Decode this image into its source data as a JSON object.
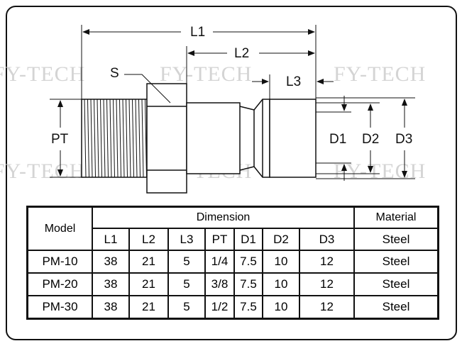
{
  "watermark": "FY-TECH",
  "labels": {
    "L1": "L1",
    "L2": "L2",
    "L3": "L3",
    "S": "S",
    "PT": "PT",
    "D1": "D1",
    "D2": "D2",
    "D3": "D3"
  },
  "table": {
    "model_header": "Model",
    "dimension_header": "Dimension",
    "material_header": "Material",
    "columns": [
      "L1",
      "L2",
      "L3",
      "PT",
      "D1",
      "D2",
      "D3"
    ],
    "header_material": "Steel",
    "rows": [
      {
        "model": "PM-10",
        "values": [
          "38",
          "21",
          "5",
          "1/4",
          "7.5",
          "10",
          "12"
        ],
        "material": "Steel"
      },
      {
        "model": "PM-20",
        "values": [
          "38",
          "21",
          "5",
          "3/8",
          "7.5",
          "10",
          "12"
        ],
        "material": "Steel"
      },
      {
        "model": "PM-30",
        "values": [
          "38",
          "21",
          "5",
          "1/2",
          "7.5",
          "10",
          "12"
        ],
        "material": "Steel"
      }
    ]
  }
}
